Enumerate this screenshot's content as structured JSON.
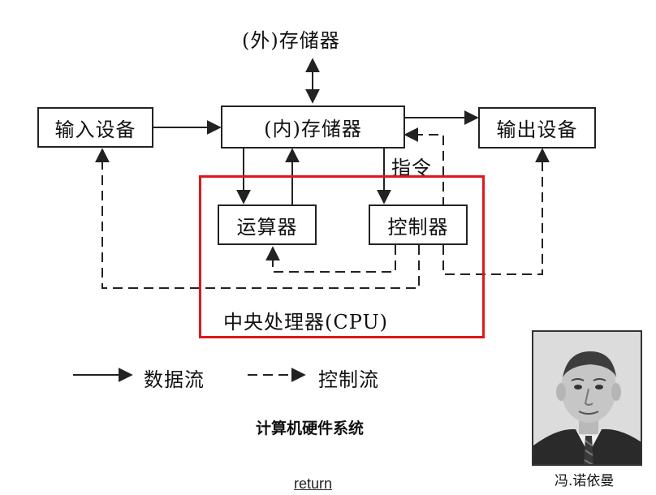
{
  "diagram": {
    "external_storage": "(外)存储器",
    "input_device": "输入设备",
    "internal_storage": "(内)存储器",
    "output_device": "输出设备",
    "instruction_label": "指令",
    "alu": "运算器",
    "controller": "控制器",
    "cpu_label": "中央处理器(CPU)",
    "legend": {
      "data_flow": "数据流",
      "control_flow": "控制流"
    },
    "colors": {
      "cpu_frame": "#e0161e",
      "line": "#222222"
    }
  },
  "caption": "计算机硬件系统",
  "portrait": {
    "name": "冯.诺依曼"
  },
  "return_link": "return"
}
